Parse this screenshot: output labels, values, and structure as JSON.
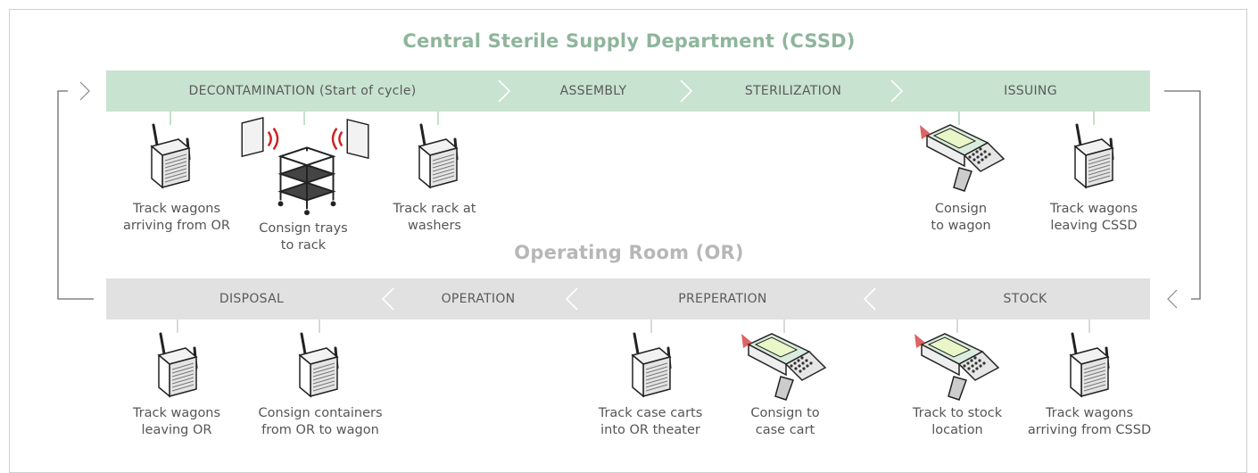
{
  "cssd": {
    "title": "Central Sterile Supply Department (CSSD)",
    "stages": [
      "DECONTAMINATION (Start of cycle)",
      "ASSEMBLY",
      "STERILIZATION",
      "ISSUING"
    ],
    "items": [
      {
        "device": "rfid-reader-icon",
        "line1": "Track wagons",
        "line2": "arriving from OR"
      },
      {
        "device": "rfid-gate-trolley-icon",
        "line1": "Consign trays",
        "line2": "to rack"
      },
      {
        "device": "rfid-reader-icon",
        "line1": "Track rack at",
        "line2": "washers"
      },
      {
        "device": "handheld-scanner-icon",
        "line1": "Consign",
        "line2": "to wagon"
      },
      {
        "device": "rfid-reader-icon",
        "line1": "Track wagons",
        "line2": "leaving CSSD"
      }
    ]
  },
  "or": {
    "title": "Operating Room (OR)",
    "stages": [
      "DISPOSAL",
      "OPERATION",
      "PREPERATION",
      "STOCK"
    ],
    "items": [
      {
        "device": "rfid-reader-icon",
        "line1": "Track wagons",
        "line2": "leaving OR"
      },
      {
        "device": "rfid-reader-icon",
        "line1": "Consign containers",
        "line2": "from OR to wagon"
      },
      {
        "device": "rfid-reader-icon",
        "line1": "Track case carts",
        "line2": "into OR theater"
      },
      {
        "device": "handheld-scanner-icon",
        "line1": "Consign to",
        "line2": "case cart"
      },
      {
        "device": "handheld-scanner-icon",
        "line1": "Track to stock",
        "line2": "location"
      },
      {
        "device": "rfid-reader-icon",
        "line1": "Track wagons",
        "line2": "arriving from CSSD"
      }
    ]
  },
  "colors": {
    "cssd_band": "#c8e3cf",
    "or_band": "#e1e1e1",
    "cssd_title": "#8fb59c",
    "or_title": "#b7b7b7",
    "rfid_signal": "#cc2222"
  }
}
